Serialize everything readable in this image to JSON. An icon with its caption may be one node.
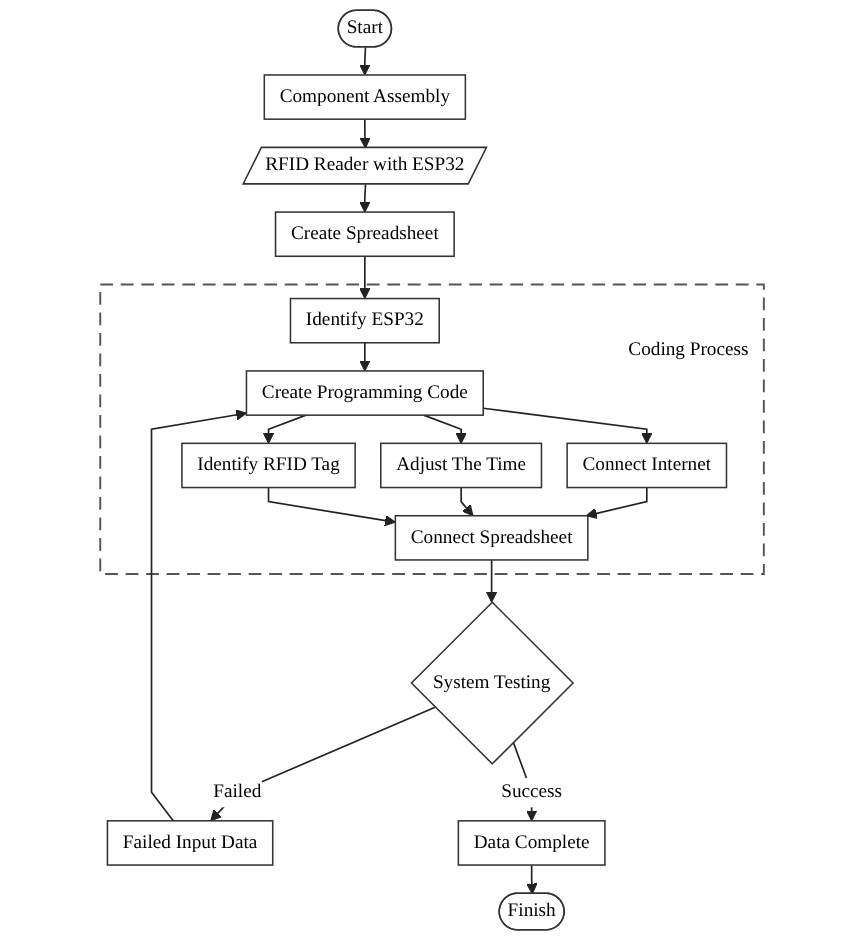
{
  "diagram": {
    "nodes": [
      {
        "text": [
          "Start"
        ]
      },
      {
        "text": [
          "Component Assembly"
        ]
      },
      {
        "text": [
          "RFID Reader with ESP32"
        ]
      },
      {
        "text": [
          "Create Spreadsheet"
        ]
      },
      {
        "text": [
          "Coding Process"
        ]
      },
      {
        "text": [
          "Identify ESP32"
        ],
        "in": 4
      },
      {
        "text": [
          "Create Programming Code"
        ],
        "in": 4
      },
      {
        "text": [
          "Connect Internet"
        ],
        "in": 4
      },
      {
        "text": [
          "Adjust The Time"
        ],
        "in": 4
      },
      {
        "text": [
          "Identify RFID Tag"
        ],
        "in": 4
      },
      {
        "text": [
          "Connect Spreadsheet"
        ],
        "in": 4
      },
      {
        "text": [
          "System Testing"
        ]
      },
      {
        "text": [
          "Failed Input Data"
        ]
      },
      {
        "text": [
          "Data Complete"
        ]
      },
      {
        "text": [
          "Finish"
        ]
      }
    ],
    "edges": [
      {
        "from": 0,
        "to": 1,
        "arrow": "to"
      },
      {
        "from": 1,
        "to": 2,
        "arrow": "to"
      },
      {
        "from": 2,
        "to": 3,
        "arrow": "to"
      },
      {
        "from": 3,
        "to": 5,
        "arrow": "to"
      },
      {
        "from": 5,
        "to": 6,
        "arrow": "to"
      },
      {
        "from": 6,
        "to": 7,
        "arrow": "to"
      },
      {
        "from": 6,
        "to": 8,
        "arrow": "to"
      },
      {
        "from": 6,
        "to": 9,
        "arrow": "to"
      },
      {
        "from": 7,
        "to": 10,
        "arrow": "to"
      },
      {
        "from": 8,
        "to": 10,
        "arrow": "to"
      },
      {
        "from": 9,
        "to": 10,
        "arrow": "to"
      },
      {
        "from": 10,
        "to": 11,
        "arrow": "to"
      },
      {
        "from": 11,
        "to": 12,
        "label": "Failed",
        "arrow": "to"
      },
      {
        "from": 11,
        "to": 13,
        "label": "Success",
        "arrow": "to"
      },
      {
        "from": 12,
        "to": 6,
        "arrow": "to"
      },
      {
        "from": 13,
        "to": 14,
        "arrow": "to"
      }
    ]
  }
}
